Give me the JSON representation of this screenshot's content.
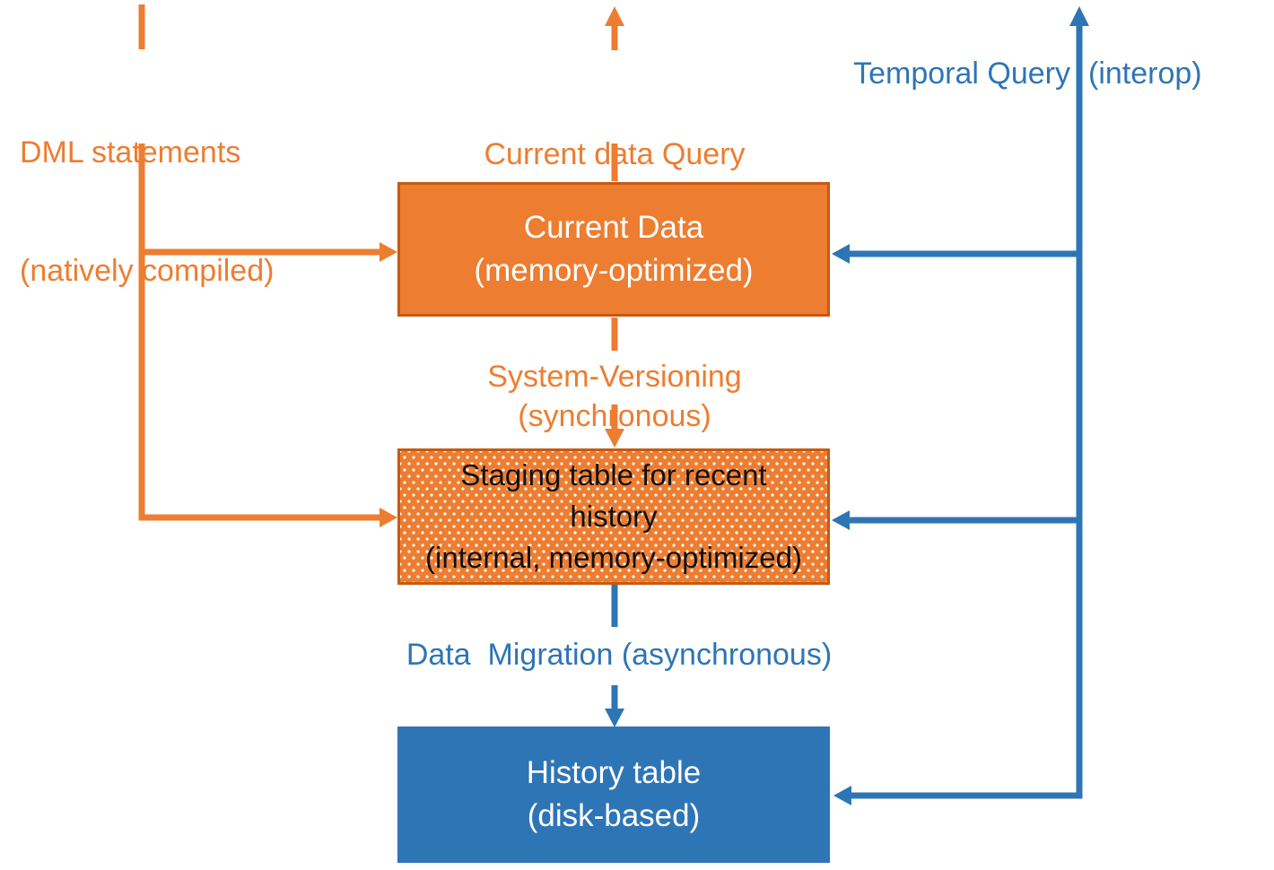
{
  "colors": {
    "orange": "#ED7D31",
    "orange_border": "#C55A11",
    "blue": "#2E75B6",
    "box_text": "#FFFFFF",
    "staging_text": "#111111",
    "background": "#FFFFFF"
  },
  "labels": {
    "dml": [
      "DML statements",
      "(natively compiled)"
    ],
    "current_query": [
      "Current data Query",
      "(natively compiled)"
    ],
    "temporal_query": {
      "full": "Temporal Query (interop)",
      "left": "Temporal Query",
      "right": "(interop)"
    },
    "system_versioning": "System-Versioning (synchronous)",
    "data_migration": "Data  Migration (asynchronous)"
  },
  "nodes": {
    "current_data": {
      "lines": [
        "Current Data",
        "(memory-optimized)"
      ],
      "style": "solid-orange"
    },
    "staging": {
      "lines": [
        "Staging table for recent",
        "history",
        "(internal, memory-optimized)"
      ],
      "style": "dotted-orange"
    },
    "history": {
      "lines": [
        "History table",
        "(disk-based)"
      ],
      "style": "solid-blue"
    }
  },
  "edges": [
    {
      "from": "dml-statements",
      "to": "current-data",
      "color": "orange",
      "arrow": "right"
    },
    {
      "from": "dml-statements",
      "to": "staging-table",
      "color": "orange",
      "arrow": "right"
    },
    {
      "from": "current-data",
      "to": "current-data-query",
      "color": "orange",
      "arrow": "up"
    },
    {
      "from": "current-data",
      "to": "staging-table",
      "color": "orange",
      "arrow": "down",
      "label": "System-Versioning (synchronous)"
    },
    {
      "from": "staging-table",
      "to": "history-table",
      "color": "blue",
      "arrow": "down",
      "label": "Data  Migration (asynchronous)"
    },
    {
      "from": "temporal-query",
      "to": "current-data",
      "color": "blue",
      "arrow": "left"
    },
    {
      "from": "temporal-query",
      "to": "staging-table",
      "color": "blue",
      "arrow": "left"
    },
    {
      "from": "temporal-query",
      "to": "history-table",
      "color": "blue",
      "arrow": "left"
    },
    {
      "from": "history-table",
      "to": "temporal-query",
      "color": "blue",
      "arrow": "up"
    }
  ]
}
